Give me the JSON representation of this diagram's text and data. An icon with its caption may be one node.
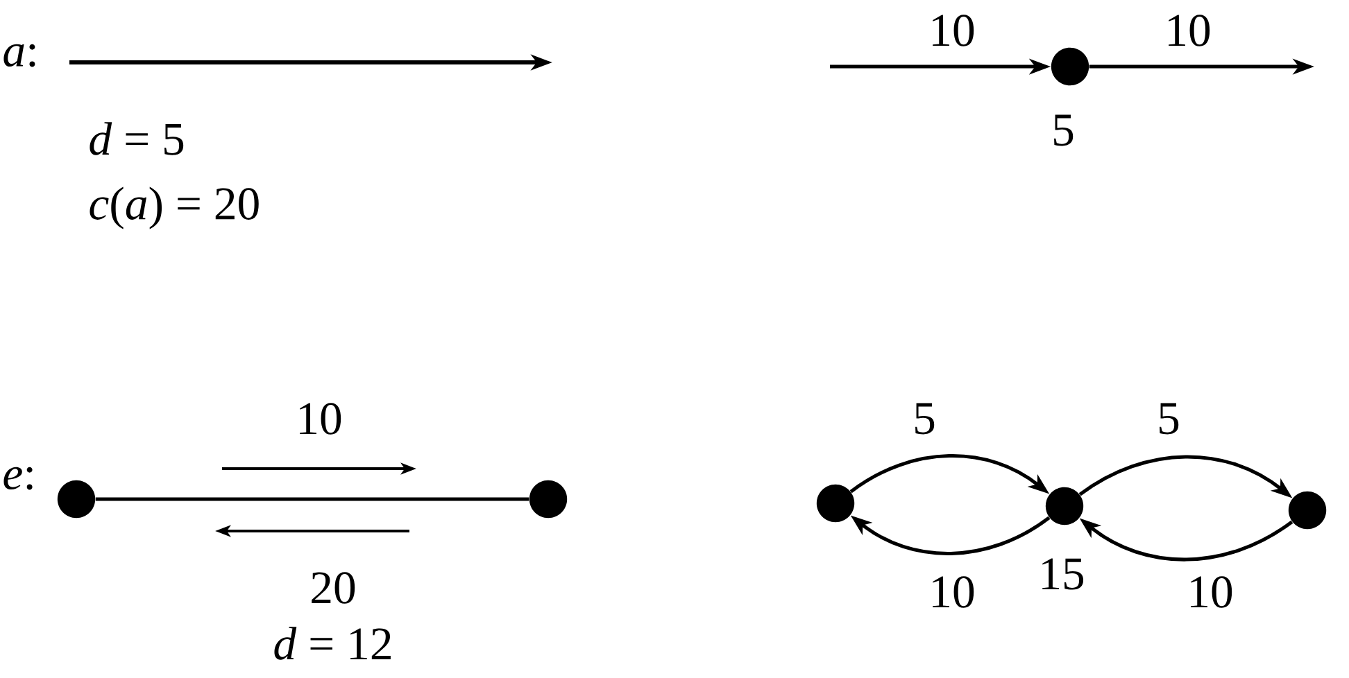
{
  "diagram": {
    "nodes": [
      {
        "text": [],
        "shape": "circle",
        "beside": [
          "5"
        ]
      },
      {
        "text": [],
        "shape": "circle"
      },
      {
        "text": [],
        "shape": "circle"
      },
      {
        "text": [],
        "shape": "circle"
      },
      {
        "text": [],
        "shape": "circle",
        "beside": [
          "15"
        ]
      },
      {
        "text": [],
        "shape": "circle"
      }
    ],
    "edges": [
      {
        "from": null,
        "to": 0,
        "arrow": "to",
        "label": "10"
      },
      {
        "from": 0,
        "to": null,
        "arrow": "to",
        "label": "10"
      },
      {
        "from": 1,
        "to": 2,
        "arrow": "none"
      },
      {
        "from": 3,
        "to": 4,
        "arrow": "to",
        "label": "5"
      },
      {
        "from": 4,
        "to": 3,
        "arrow": "to",
        "label": "10"
      },
      {
        "from": 4,
        "to": 5,
        "arrow": "to",
        "label": "5"
      },
      {
        "from": 5,
        "to": 4,
        "arrow": "to",
        "label": "10"
      }
    ],
    "labels": [
      "*a*:",
      "*d* = 5",
      "*c*(*a*) = 20",
      "*e*:",
      "10",
      "20",
      "*d* = 12"
    ]
  }
}
